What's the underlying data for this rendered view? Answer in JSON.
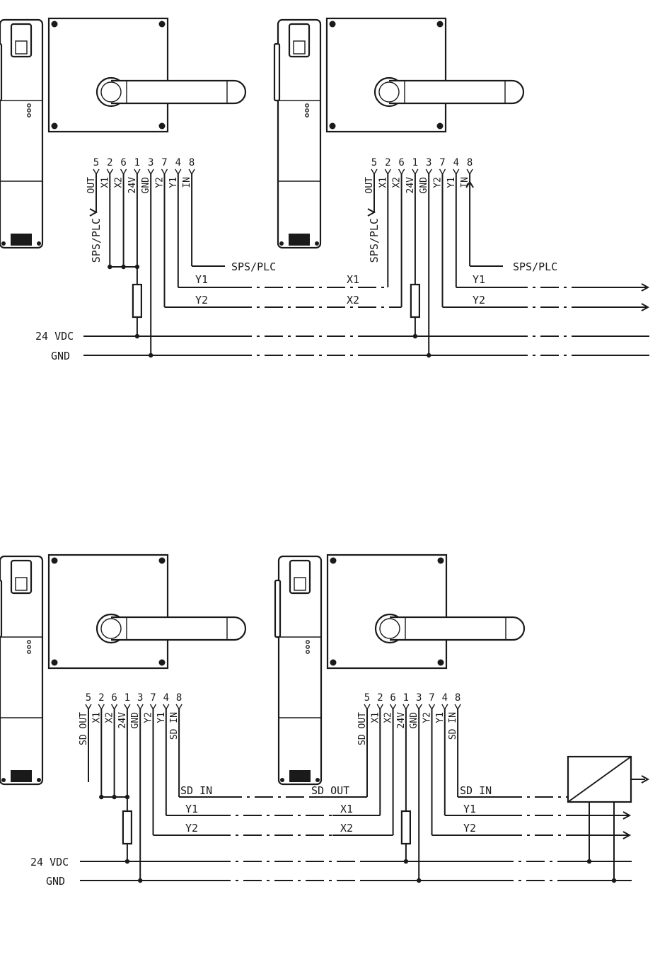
{
  "diagram1": {
    "pins": [
      "5",
      "2",
      "6",
      "1",
      "3",
      "7",
      "4",
      "8"
    ],
    "pin_labels": [
      "OUT",
      "X1",
      "X2",
      "24V",
      "GND",
      "Y2",
      "Y1",
      "IN"
    ],
    "plc_label_v": "SPS/PLC",
    "plc_label_h": "SPS/PLC",
    "bus": [
      "24 VDC",
      "GND"
    ],
    "signals": {
      "y1": "Y1",
      "y2": "Y2",
      "x1": "X1",
      "x2": "X2"
    }
  },
  "diagram2": {
    "pins": [
      "5",
      "2",
      "6",
      "1",
      "3",
      "7",
      "4",
      "8"
    ],
    "pin_labels": [
      "SD OUT",
      "X1",
      "X2",
      "24V",
      "GND",
      "Y2",
      "Y1",
      "SD IN"
    ],
    "bus": [
      "24 VDC",
      "GND"
    ],
    "signals": {
      "sd_in": "SD IN",
      "sd_out": "SD OUT",
      "y1": "Y1",
      "y2": "Y2",
      "x1": "X1",
      "x2": "X2"
    }
  }
}
